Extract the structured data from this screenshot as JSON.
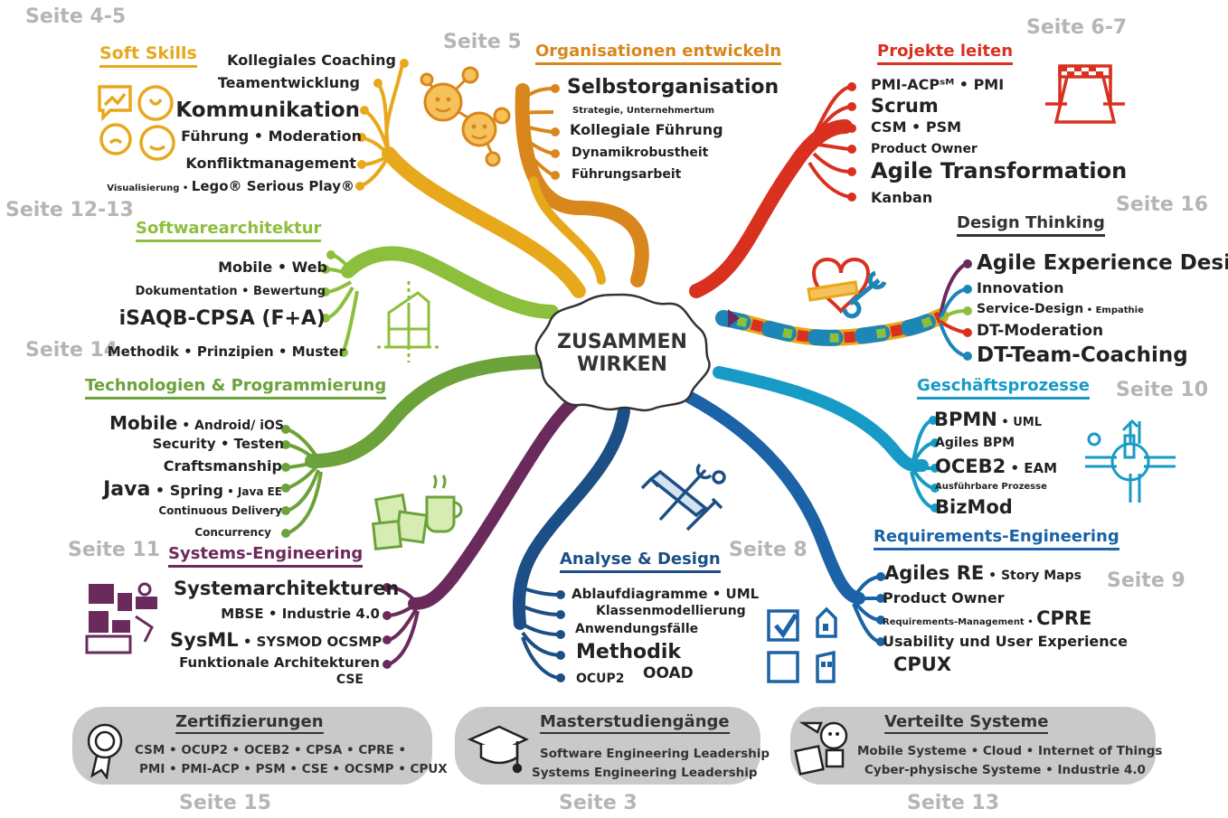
{
  "center": {
    "line1": "ZUSAMMEN",
    "line2": "WIRKEN"
  },
  "pages": {
    "soft": "Seite 4-5",
    "org": "Seite 5",
    "proj": "Seite 6-7",
    "sw": "Seite 12-13",
    "dt": "Seite 16",
    "tech": "Seite 14",
    "gp": "Seite 10",
    "se": "Seite 11",
    "ad": "Seite 8",
    "re": "Seite 9",
    "zert": "Seite 15",
    "master": "Seite 3",
    "vs": "Seite 13"
  },
  "soft_skills": {
    "title": "Soft Skills",
    "items": [
      "Kollegiales Coaching",
      "Teamentwicklung",
      "Kommunikation",
      "Führung • Moderation",
      "Konfliktmanagement"
    ],
    "last_small": "Visualisierung • ",
    "last_big": "Lego® Serious Play®"
  },
  "org": {
    "title": "Organisationen entwickeln",
    "items": [
      "Selbstorganisation",
      "Strategie, Unternehmertum",
      "Kollegiale Führung",
      "Dynamikrobustheit",
      "Führungsarbeit"
    ]
  },
  "projekte": {
    "title": "Projekte leiten",
    "items": [
      "PMI-ACPˢᴹ • PMI",
      "Scrum",
      "CSM • PSM",
      "Product Owner",
      "Agile Transformation",
      "Kanban"
    ]
  },
  "software": {
    "title": "Softwarearchitektur",
    "items": [
      "Mobile • Web",
      "Dokumentation • Bewertung",
      "iSAQB-CPSA (F+A)",
      "Methodik • Prinzipien • Muster"
    ]
  },
  "design": {
    "title": "Design Thinking",
    "items": [
      "Agile Experience Design",
      "Innovation",
      "Service-Design",
      " • Empathie",
      "DT-Moderation",
      "DT-Team-Coaching"
    ]
  },
  "tech": {
    "title": "Technologien & Programmierung",
    "row1_big": "Mobile",
    "row1_small": " • Android/ iOS",
    "row2": "Security • Testen",
    "row3": "Craftsmanship",
    "row4_big": "Java",
    "row4_mid": " • Spring",
    "row4_small": " • Java EE",
    "row5": "Continuous Delivery",
    "row6": "Concurrency"
  },
  "gp": {
    "title": "Geschäftsprozesse",
    "items": [
      "BPMN",
      " • UML",
      "Agiles BPM",
      "OCEB2",
      " • EAM",
      "Ausführbare Prozesse",
      "BizMod"
    ]
  },
  "se": {
    "title": "Systems-Engineering",
    "items": [
      "Systemarchitekturen",
      "MBSE • Industrie 4.0",
      "SysML",
      " • SYSMOD  OCSMP",
      "Funktionale Architekturen",
      "CSE"
    ]
  },
  "ad": {
    "title": "Analyse & Design",
    "items": [
      "Ablaufdiagramme • UML",
      "Klassenmodellierung",
      "Anwendungsfälle",
      "Methodik",
      "OCUP2",
      "OOAD"
    ]
  },
  "re": {
    "title": "Requirements-Engineering",
    "items": [
      "Agiles RE",
      " • Story Maps",
      "Product Owner",
      "Requirements-Management • ",
      "CPRE",
      "Usability und User Experience",
      "CPUX"
    ]
  },
  "zert": {
    "title": "Zertifizierungen",
    "line1": "CSM • OCUP2 • OCEB2 • CPSA • CPRE •",
    "line2": "PMI • PMI-ACP • PSM • CSE • OCSMP • CPUX"
  },
  "master": {
    "title": "Masterstudiengänge",
    "line1": "Software Engineering Leadership",
    "line2": "Systems Engineering Leadership"
  },
  "vs": {
    "title": "Verteilte Systeme",
    "line1": "Mobile  Systeme • Cloud • Internet of Things",
    "line2": "Cyber-physische Systeme • Industrie 4.0"
  },
  "colors": {
    "soft": "#e8a81c",
    "org": "#d9861c",
    "proj": "#d9301f",
    "sw": "#8cbf3c",
    "tech": "#6ca23a",
    "dt": "#1c86b7",
    "gp": "#169bc6",
    "re": "#1b62a6",
    "ad": "#1c4f85",
    "se": "#6b2a5c"
  }
}
